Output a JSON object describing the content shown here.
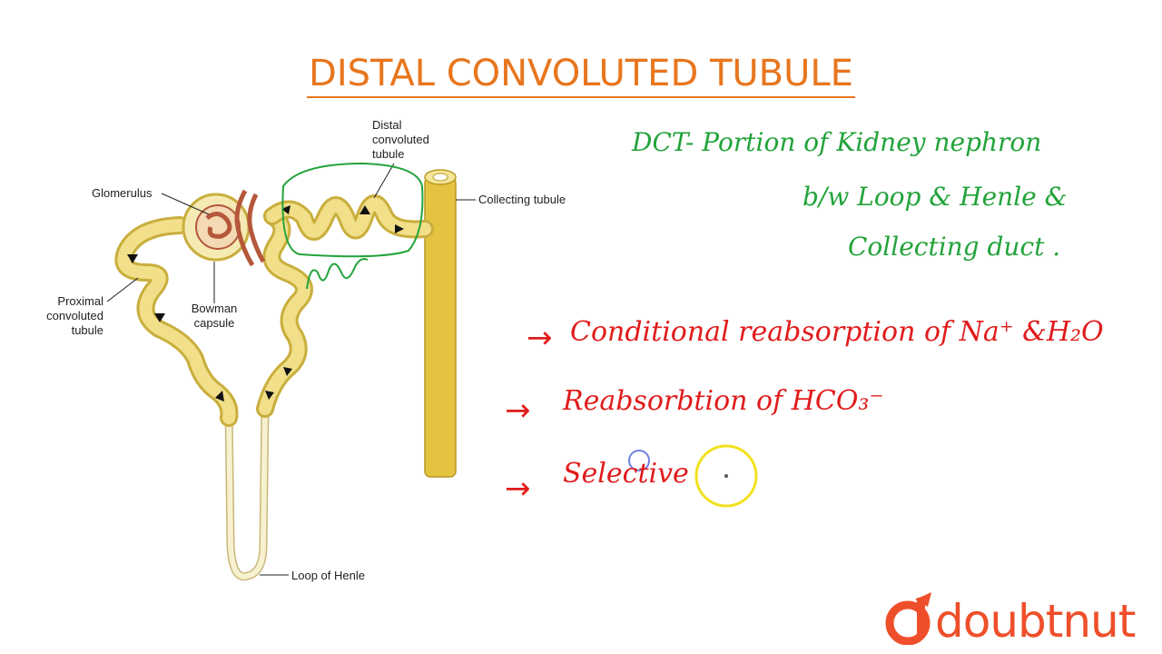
{
  "title": "DISTAL CONVOLUTED TUBULE",
  "labels": {
    "distal": [
      "Distal",
      "convoluted",
      "tubule"
    ],
    "glomerulus": "Glomerulus",
    "collecting": "Collecting tubule",
    "proximal": [
      "Proximal",
      "convoluted",
      "tubule"
    ],
    "bowman": [
      "Bowman",
      "capsule"
    ],
    "loop": "Loop of Henle"
  },
  "notes": {
    "line1": "DCT- Portion of Kidney nephron",
    "line2": "b/w Loop & Henle  &",
    "line3": "Collecting duct .",
    "point1": "Conditional  reabsorption  of  Na⁺ &H₂O",
    "point2": "Reabsorbtion  of  HCO₃⁻",
    "point3": "Selective"
  },
  "logo": {
    "text": "doubtnut"
  },
  "colors": {
    "title": "#e8761e",
    "green_ink": "#22a33a",
    "red_ink": "#e11b1b",
    "logo": "#ee4f2a",
    "tubule": "#e9d26a"
  }
}
